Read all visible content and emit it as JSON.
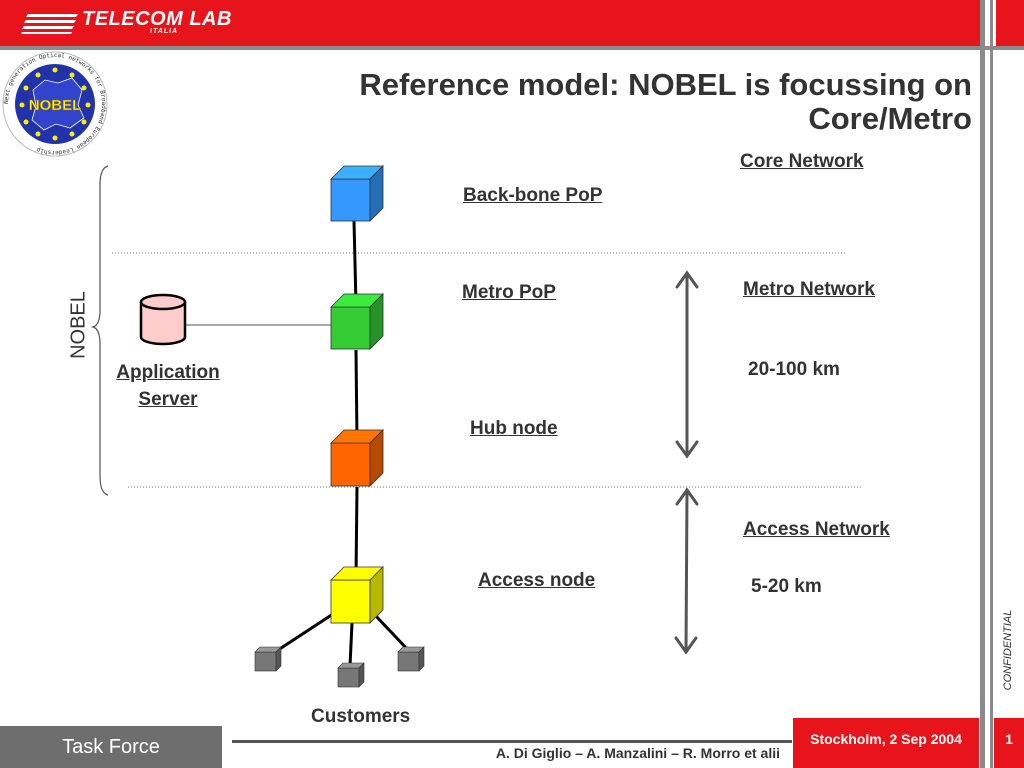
{
  "header": {
    "brand": "TELECOM LAB",
    "brand_sub": "ITALIA",
    "accent_color": "#e8141b"
  },
  "logo": {
    "text": "NOBEL",
    "ring_text": "Next generation Optical networks for Broadband European Leadership"
  },
  "title": {
    "line1": "Reference model: NOBEL is focussing on",
    "line2": "Core/Metro"
  },
  "diagram": {
    "nodes": {
      "backbone": {
        "label": "Back-bone PoP",
        "color": "#3399ff"
      },
      "metro": {
        "label": "Metro PoP",
        "color": "#33cc33"
      },
      "hub": {
        "label": "Hub node",
        "color": "#ff6600"
      },
      "access": {
        "label": "Access node",
        "color": "#ffff00"
      }
    },
    "application_server": {
      "line1": "Application",
      "line2": "Server",
      "color": "#ffcccc"
    },
    "customers_label": "Customers",
    "networks": {
      "core": "Core Network",
      "metro": "Metro Network",
      "metro_range": "20-100 km",
      "access": "Access Network",
      "access_range": "5-20 km"
    },
    "nobel_bracket_label": "NOBEL"
  },
  "footer": {
    "task_force": "Task Force",
    "authors": "A. Di Giglio – A. Manzalini – R. Morro  et alii",
    "location_date": "Stockholm, 2 Sep 2004",
    "page_number": "1",
    "confidential": "CONFIDENTIAL"
  }
}
